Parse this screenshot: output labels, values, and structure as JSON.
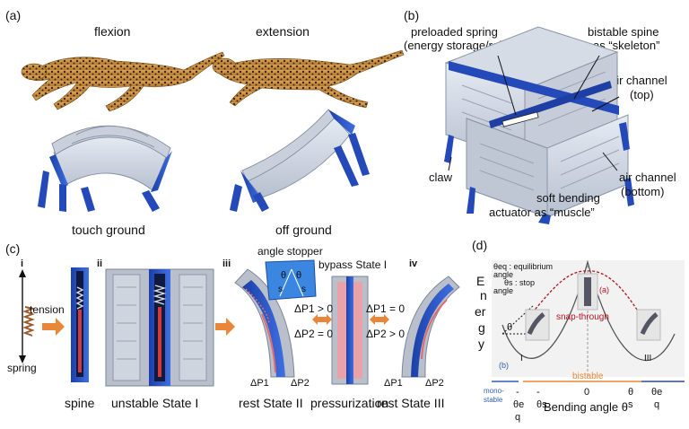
{
  "panel_a": {
    "tag": "(a)",
    "label_flexion": "flexion",
    "label_extension": "extension",
    "label_touch": "touch ground",
    "label_off": "off ground"
  },
  "panel_b": {
    "tag": "(b)",
    "spring_l1": "preloaded spring",
    "spring_l2": "(energy storage/release)",
    "spine_l1": "bistable spine",
    "spine_l2": "as “skeleton”",
    "air_top_l1": "air channel",
    "air_top_l2": "(top)",
    "claw": "claw",
    "air_bot_l1": "air channel",
    "air_bot_l2": "(bottom)",
    "muscle_l1": "soft bending",
    "muscle_l2": "actuator as “muscle”"
  },
  "panel_c": {
    "tag": "(c)",
    "i": "i",
    "ii": "ii",
    "iii": "iii",
    "iv": "iv",
    "tension": "tension",
    "spring": "spring",
    "spine": "spine",
    "unstable": "unstable State I",
    "stopper": "angle stopper",
    "theta": "θ",
    "s": "s",
    "bypass": "bypass State I",
    "dp1_gt": "ΔP1 > 0",
    "dp2_eq": "ΔP2 = 0",
    "dp1_eq": "ΔP1 = 0",
    "dp2_gt": "ΔP2 > 0",
    "dp1": "ΔP1",
    "dp2": "ΔP2",
    "rest2": "rest State II",
    "press": "pressurization",
    "rest3": "rest State III"
  },
  "panel_d": {
    "tag": "(d)",
    "legend1": "θeq : equilibrium",
    "legend1b": "angle",
    "legend2": "θs : stop",
    "legend2b": "angle",
    "energy_letters": [
      "E",
      "n",
      "er",
      "g",
      "y"
    ],
    "theta": "θ",
    "snap": "snap-through",
    "a_label": "(a)",
    "b_label": "(b)",
    "I": "I",
    "III": "III",
    "bistable": "bistable",
    "mono1": "mono-",
    "mono2": "stable",
    "t1a": "-",
    "t1b": "θe",
    "t1c": "q",
    "t2a": "-",
    "t2b": "θs",
    "t3": "0",
    "t4": "θ",
    "t4b": "s",
    "t5a": "θe",
    "t5b": "q",
    "xlabel": "Bending angle θ",
    "red_color": "#b3121f",
    "blue_color": "#2f5fb3"
  }
}
